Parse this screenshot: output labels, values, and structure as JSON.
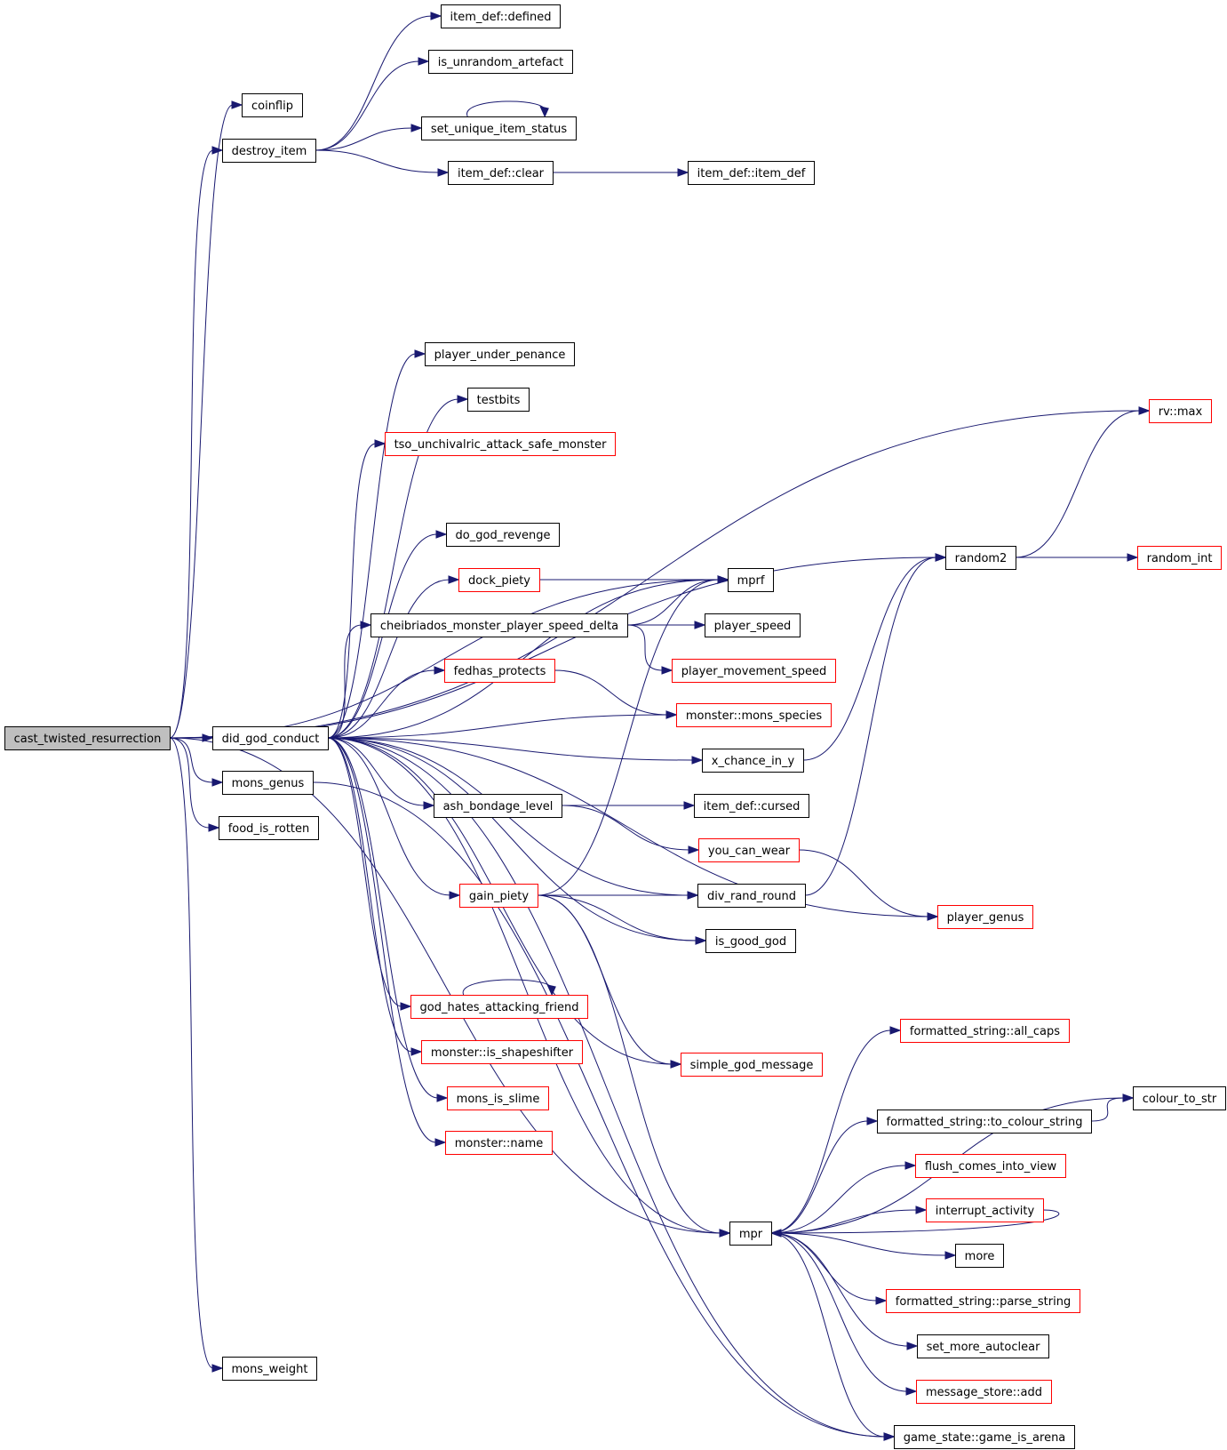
{
  "colors": {
    "edge": "#191970",
    "box_defined": "#000000",
    "box_undocumented": "#ff0000",
    "root_fill": "#bfbfbf",
    "node_fill": "#ffffff"
  },
  "nodes": [
    {
      "id": "cast_twisted_resurrection",
      "label": "cast_twisted_resurrection",
      "style": "root"
    },
    {
      "id": "coinflip",
      "label": "coinflip",
      "style": "black"
    },
    {
      "id": "destroy_item",
      "label": "destroy_item",
      "style": "black"
    },
    {
      "id": "did_god_conduct",
      "label": "did_god_conduct",
      "style": "black"
    },
    {
      "id": "mons_genus",
      "label": "mons_genus",
      "style": "black"
    },
    {
      "id": "food_is_rotten",
      "label": "food_is_rotten",
      "style": "black"
    },
    {
      "id": "mons_weight",
      "label": "mons_weight",
      "style": "black"
    },
    {
      "id": "item_def_defined",
      "label": "item_def::defined",
      "style": "black"
    },
    {
      "id": "is_unrandom_artefact",
      "label": "is_unrandom_artefact",
      "style": "black"
    },
    {
      "id": "set_unique_item_status",
      "label": "set_unique_item_status",
      "style": "black"
    },
    {
      "id": "item_def_clear",
      "label": "item_def::clear",
      "style": "black"
    },
    {
      "id": "item_def_item_def",
      "label": "item_def::item_def",
      "style": "black"
    },
    {
      "id": "player_under_penance",
      "label": "player_under_penance",
      "style": "black"
    },
    {
      "id": "testbits",
      "label": "testbits",
      "style": "black"
    },
    {
      "id": "tso_unchivalric",
      "label": "tso_unchivalric_attack_safe_monster",
      "style": "red"
    },
    {
      "id": "do_god_revenge",
      "label": "do_god_revenge",
      "style": "black"
    },
    {
      "id": "dock_piety",
      "label": "dock_piety",
      "style": "red"
    },
    {
      "id": "cheibriados",
      "label": "cheibriados_monster_player_speed_delta",
      "style": "black"
    },
    {
      "id": "fedhas_protects",
      "label": "fedhas_protects",
      "style": "red"
    },
    {
      "id": "ash_bondage_level",
      "label": "ash_bondage_level",
      "style": "black"
    },
    {
      "id": "gain_piety",
      "label": "gain_piety",
      "style": "red"
    },
    {
      "id": "god_hates_attacking_friend",
      "label": "god_hates_attacking_friend",
      "style": "red"
    },
    {
      "id": "monster_is_shapeshifter",
      "label": "monster::is_shapeshifter",
      "style": "red"
    },
    {
      "id": "mons_is_slime",
      "label": "mons_is_slime",
      "style": "red"
    },
    {
      "id": "monster_name",
      "label": "monster::name",
      "style": "red"
    },
    {
      "id": "mprf",
      "label": "mprf",
      "style": "black"
    },
    {
      "id": "player_speed",
      "label": "player_speed",
      "style": "black"
    },
    {
      "id": "player_movement_speed",
      "label": "player_movement_speed",
      "style": "red"
    },
    {
      "id": "monster_mons_species",
      "label": "monster::mons_species",
      "style": "red"
    },
    {
      "id": "x_chance_in_y",
      "label": "x_chance_in_y",
      "style": "black"
    },
    {
      "id": "item_def_cursed",
      "label": "item_def::cursed",
      "style": "black"
    },
    {
      "id": "you_can_wear",
      "label": "you_can_wear",
      "style": "red"
    },
    {
      "id": "div_rand_round",
      "label": "div_rand_round",
      "style": "black"
    },
    {
      "id": "is_good_god",
      "label": "is_good_god",
      "style": "black"
    },
    {
      "id": "simple_god_message",
      "label": "simple_god_message",
      "style": "red"
    },
    {
      "id": "mpr",
      "label": "mpr",
      "style": "black"
    },
    {
      "id": "random2",
      "label": "random2",
      "style": "black"
    },
    {
      "id": "rv_max",
      "label": "rv::max",
      "style": "red"
    },
    {
      "id": "random_int",
      "label": "random_int",
      "style": "red"
    },
    {
      "id": "player_genus",
      "label": "player_genus",
      "style": "red"
    },
    {
      "id": "fs_all_caps",
      "label": "formatted_string::all_caps",
      "style": "red"
    },
    {
      "id": "fs_to_colour_string",
      "label": "formatted_string::to_colour_string",
      "style": "black"
    },
    {
      "id": "colour_to_str",
      "label": "colour_to_str",
      "style": "black"
    },
    {
      "id": "flush_comes_into_view",
      "label": "flush_comes_into_view",
      "style": "red"
    },
    {
      "id": "interrupt_activity",
      "label": "interrupt_activity",
      "style": "red"
    },
    {
      "id": "more",
      "label": "more",
      "style": "black"
    },
    {
      "id": "fs_parse_string",
      "label": "formatted_string::parse_string",
      "style": "red"
    },
    {
      "id": "set_more_autoclear",
      "label": "set_more_autoclear",
      "style": "black"
    },
    {
      "id": "message_store_add",
      "label": "message_store::add",
      "style": "red"
    },
    {
      "id": "game_is_arena",
      "label": "game_state::game_is_arena",
      "style": "black"
    }
  ],
  "edges": [
    [
      "cast_twisted_resurrection",
      "coinflip"
    ],
    [
      "cast_twisted_resurrection",
      "destroy_item"
    ],
    [
      "cast_twisted_resurrection",
      "did_god_conduct"
    ],
    [
      "cast_twisted_resurrection",
      "mons_genus"
    ],
    [
      "cast_twisted_resurrection",
      "food_is_rotten"
    ],
    [
      "cast_twisted_resurrection",
      "mons_weight"
    ],
    [
      "cast_twisted_resurrection",
      "mprf"
    ],
    [
      "cast_twisted_resurrection",
      "random2"
    ],
    [
      "cast_twisted_resurrection",
      "rv_max"
    ],
    [
      "cast_twisted_resurrection",
      "mpr"
    ],
    [
      "destroy_item",
      "item_def_defined"
    ],
    [
      "destroy_item",
      "is_unrandom_artefact"
    ],
    [
      "destroy_item",
      "set_unique_item_status"
    ],
    [
      "destroy_item",
      "item_def_clear"
    ],
    [
      "set_unique_item_status",
      "set_unique_item_status"
    ],
    [
      "item_def_clear",
      "item_def_item_def"
    ],
    [
      "did_god_conduct",
      "player_under_penance"
    ],
    [
      "did_god_conduct",
      "testbits"
    ],
    [
      "did_god_conduct",
      "tso_unchivalric"
    ],
    [
      "did_god_conduct",
      "do_god_revenge"
    ],
    [
      "did_god_conduct",
      "dock_piety"
    ],
    [
      "did_god_conduct",
      "cheibriados"
    ],
    [
      "did_god_conduct",
      "fedhas_protects"
    ],
    [
      "did_god_conduct",
      "monster_mons_species"
    ],
    [
      "did_god_conduct",
      "x_chance_in_y"
    ],
    [
      "did_god_conduct",
      "ash_bondage_level"
    ],
    [
      "did_god_conduct",
      "div_rand_round"
    ],
    [
      "did_god_conduct",
      "gain_piety"
    ],
    [
      "did_god_conduct",
      "is_good_god"
    ],
    [
      "did_god_conduct",
      "god_hates_attacking_friend"
    ],
    [
      "did_god_conduct",
      "monster_is_shapeshifter"
    ],
    [
      "did_god_conduct",
      "mons_is_slime"
    ],
    [
      "did_god_conduct",
      "monster_name"
    ],
    [
      "did_god_conduct",
      "simple_god_message"
    ],
    [
      "did_god_conduct",
      "player_genus"
    ],
    [
      "did_god_conduct",
      "mprf"
    ],
    [
      "did_god_conduct",
      "mpr"
    ],
    [
      "did_god_conduct",
      "game_is_arena"
    ],
    [
      "dock_piety",
      "mprf"
    ],
    [
      "cheibriados",
      "mprf"
    ],
    [
      "cheibriados",
      "player_speed"
    ],
    [
      "cheibriados",
      "player_movement_speed"
    ],
    [
      "fedhas_protects",
      "monster_mons_species"
    ],
    [
      "ash_bondage_level",
      "item_def_cursed"
    ],
    [
      "ash_bondage_level",
      "you_can_wear"
    ],
    [
      "you_can_wear",
      "player_genus"
    ],
    [
      "x_chance_in_y",
      "random2"
    ],
    [
      "div_rand_round",
      "random2"
    ],
    [
      "gain_piety",
      "mprf"
    ],
    [
      "gain_piety",
      "div_rand_round"
    ],
    [
      "gain_piety",
      "is_good_god"
    ],
    [
      "gain_piety",
      "simple_god_message"
    ],
    [
      "gain_piety",
      "mpr"
    ],
    [
      "god_hates_attacking_friend",
      "god_hates_attacking_friend"
    ],
    [
      "mons_genus",
      "game_is_arena"
    ],
    [
      "random2",
      "rv_max"
    ],
    [
      "random2",
      "random_int"
    ],
    [
      "mpr",
      "fs_all_caps"
    ],
    [
      "mpr",
      "fs_to_colour_string"
    ],
    [
      "mpr",
      "colour_to_str"
    ],
    [
      "mpr",
      "flush_comes_into_view"
    ],
    [
      "mpr",
      "interrupt_activity"
    ],
    [
      "mpr",
      "more"
    ],
    [
      "mpr",
      "fs_parse_string"
    ],
    [
      "mpr",
      "set_more_autoclear"
    ],
    [
      "mpr",
      "message_store_add"
    ],
    [
      "mpr",
      "game_is_arena"
    ],
    [
      "fs_to_colour_string",
      "colour_to_str"
    ],
    [
      "interrupt_activity",
      "mpr"
    ]
  ]
}
